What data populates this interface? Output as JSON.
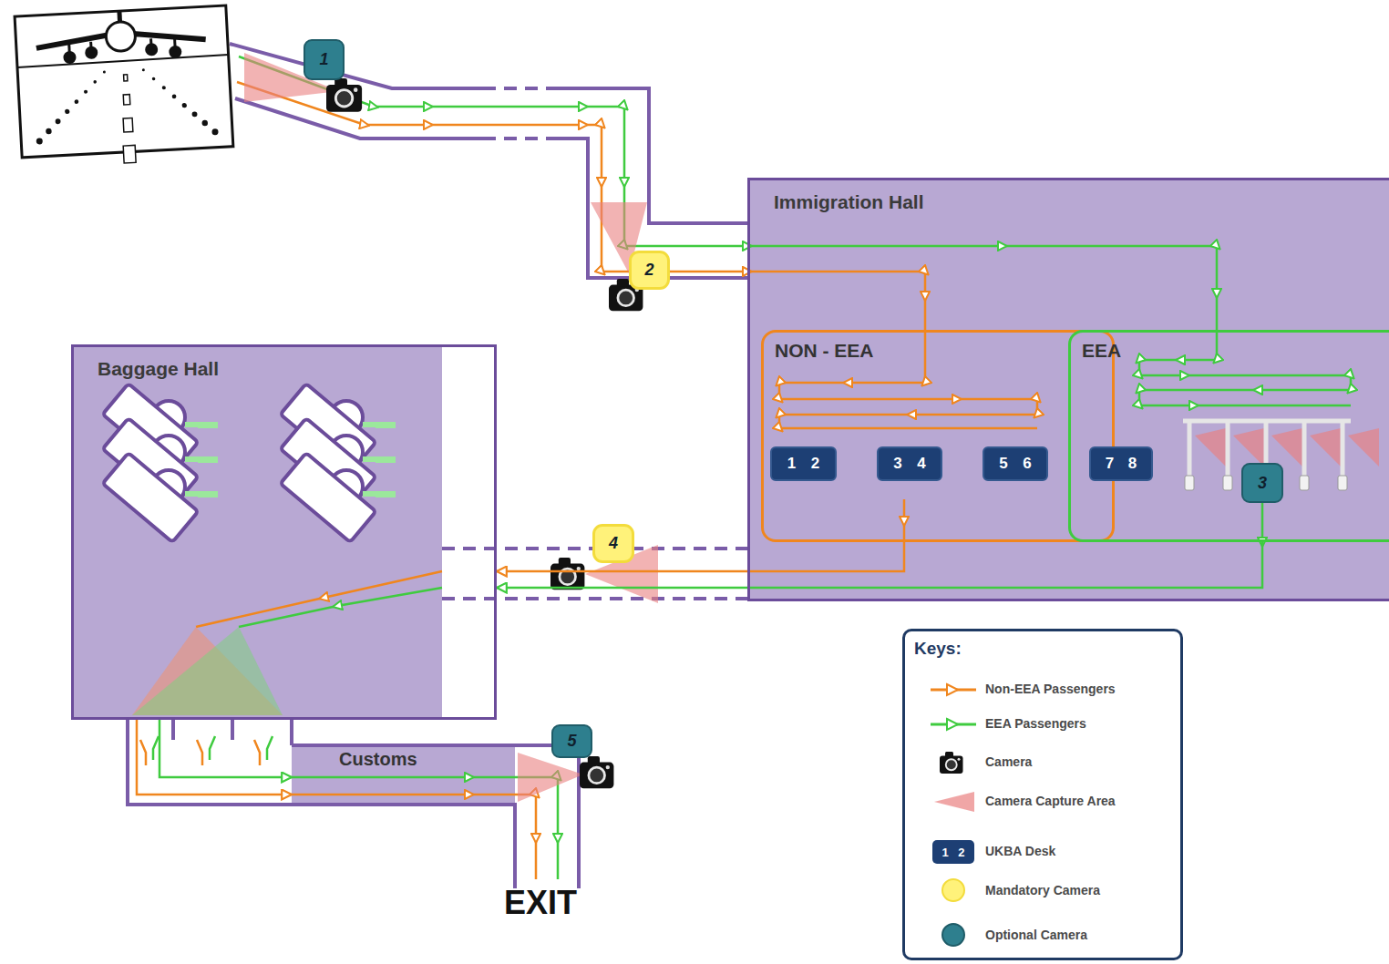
{
  "diagram": {
    "nodes": [
      {
        "text": [
          "1"
        ]
      },
      {
        "text": [
          "2"
        ]
      },
      {
        "text": [
          "Immigration Hall"
        ]
      },
      {
        "text": [
          "NON - EEA"
        ],
        "in": 2
      },
      {
        "text": [
          "EEA"
        ],
        "in": 2
      },
      {
        "text": [
          "1",
          "2"
        ],
        "in": 3
      },
      {
        "text": [
          "3",
          "4"
        ],
        "in": 3
      },
      {
        "text": [
          "5",
          "6"
        ],
        "in": 3
      },
      {
        "text": [
          "7",
          "8"
        ],
        "in": 4
      },
      {
        "text": [
          "3"
        ],
        "in": 4
      },
      {
        "text": [
          "Baggage Hall"
        ]
      },
      {
        "text": [
          "4"
        ]
      },
      {
        "text": [
          "Customs"
        ]
      },
      {
        "text": [
          "5"
        ]
      }
    ],
    "edges": [
      {
        "from": 3,
        "to": 10,
        "arrow": "to"
      },
      {
        "from": 4,
        "to": 10,
        "arrow": "to"
      },
      {
        "from": 10,
        "to": 12,
        "arrow": "to"
      },
      {
        "from": 10,
        "to": 12,
        "arrow": "to"
      }
    ],
    "labels": [
      "EXIT",
      "Keys:",
      "1",
      "2"
    ],
    "legend": [
      {
        "text": "Non-EEA Passengers"
      },
      {
        "text": "EEA Passengers"
      },
      {
        "text": "Camera"
      },
      {
        "text": "Camera Capture Area"
      },
      {
        "text": "UKBA Desk"
      },
      {
        "text": "Mandatory Camera",
        "color": "#fff27a"
      },
      {
        "text": "Optional Camera",
        "color": "#2e7f8e"
      }
    ]
  }
}
